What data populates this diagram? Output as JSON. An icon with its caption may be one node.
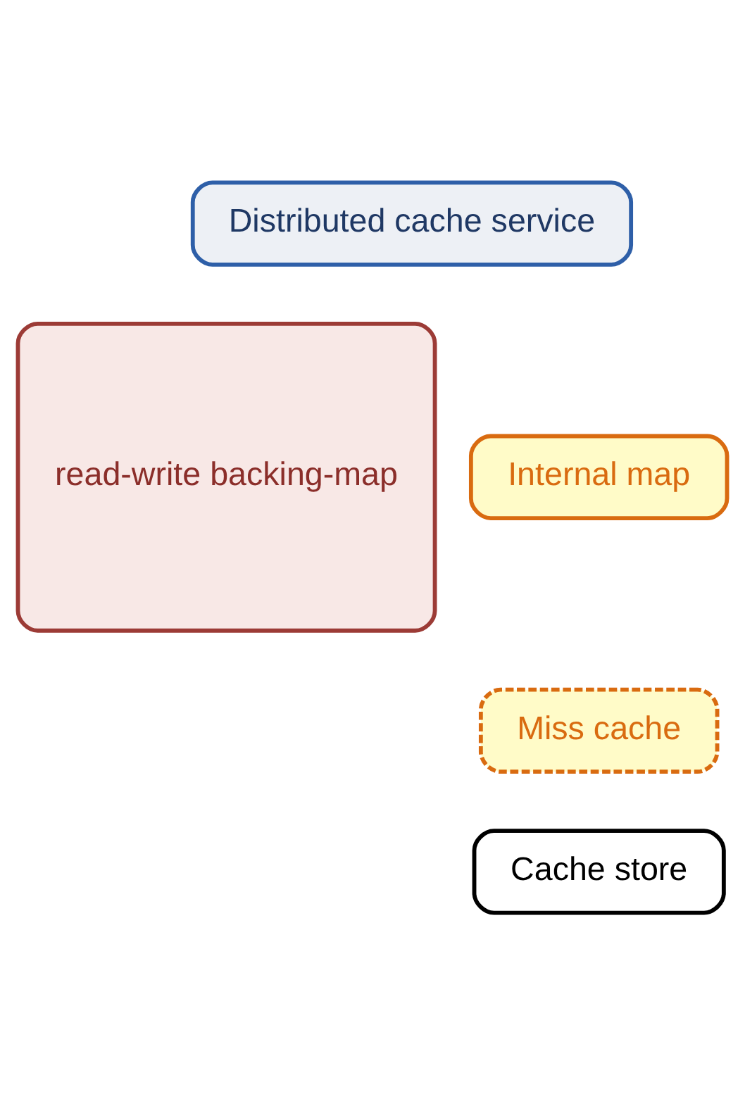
{
  "diagram": {
    "nodes": [
      {
        "text": [
          "Distributed cache service"
        ]
      },
      {
        "text": [
          "read-write backing-map"
        ]
      },
      {
        "text": [
          "Internal map"
        ]
      },
      {
        "text": [
          "Miss cache"
        ]
      },
      {
        "text": [
          "Cache store"
        ]
      }
    ],
    "edges": []
  }
}
